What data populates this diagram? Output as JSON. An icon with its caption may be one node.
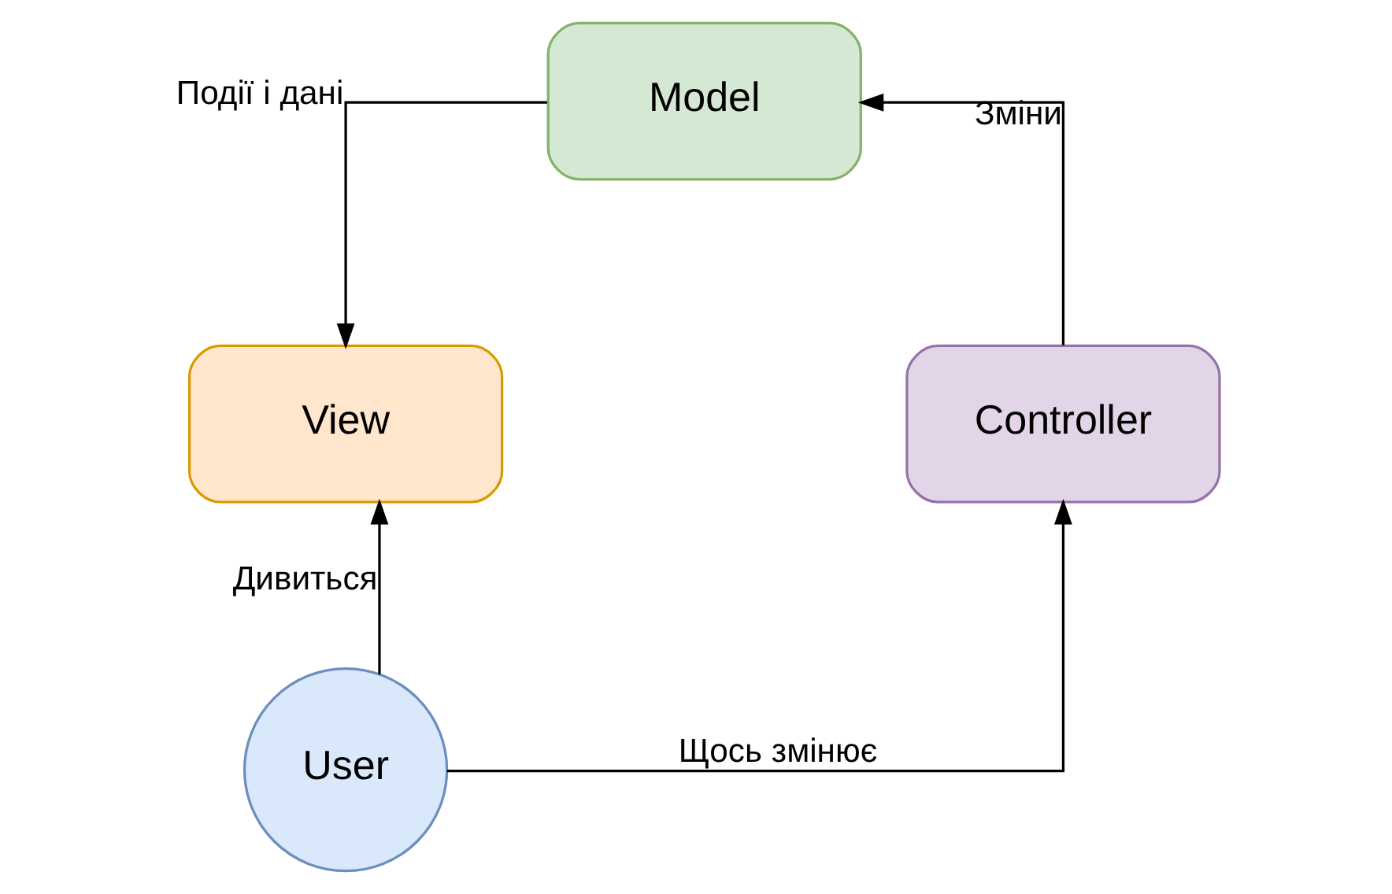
{
  "diagram": {
    "nodes": [
      {
        "text": [
          "Model"
        ]
      },
      {
        "text": [
          "View"
        ]
      },
      {
        "text": [
          "Controller"
        ]
      },
      {
        "text": [
          "User"
        ]
      }
    ],
    "edges": [
      {
        "from": 0,
        "to": 1,
        "arrow": "to",
        "label": "Події і дані"
      },
      {
        "from": 2,
        "to": 0,
        "arrow": "to",
        "label": "Зміни"
      },
      {
        "from": 3,
        "to": 1,
        "arrow": "to",
        "label": "Дивиться"
      },
      {
        "from": 3,
        "to": 2,
        "arrow": "to",
        "label": "Щось змінює"
      }
    ]
  }
}
